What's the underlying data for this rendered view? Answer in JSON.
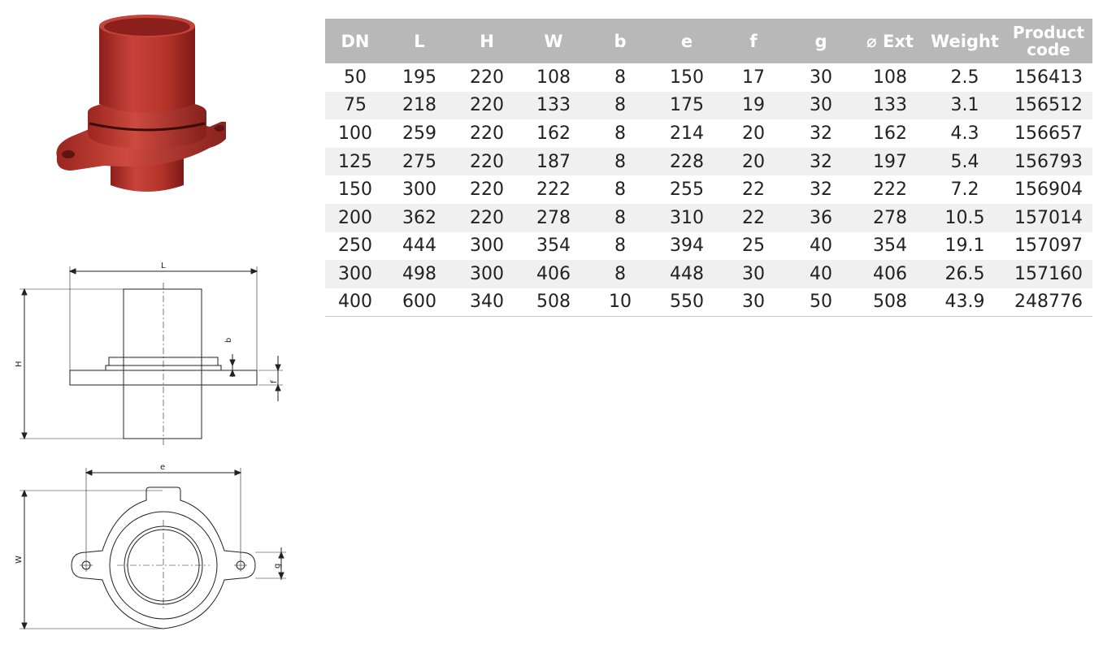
{
  "table": {
    "headers": [
      "DN",
      "L",
      "H",
      "W",
      "b",
      "e",
      "f",
      "g",
      "⌀ Ext",
      "Weight",
      "Product code"
    ],
    "rows": [
      [
        "50",
        "195",
        "220",
        "108",
        "8",
        "150",
        "17",
        "30",
        "108",
        "2.5",
        "156413"
      ],
      [
        "75",
        "218",
        "220",
        "133",
        "8",
        "175",
        "19",
        "30",
        "133",
        "3.1",
        "156512"
      ],
      [
        "100",
        "259",
        "220",
        "162",
        "8",
        "214",
        "20",
        "32",
        "162",
        "4.3",
        "156657"
      ],
      [
        "125",
        "275",
        "220",
        "187",
        "8",
        "228",
        "20",
        "32",
        "197",
        "5.4",
        "156793"
      ],
      [
        "150",
        "300",
        "220",
        "222",
        "8",
        "255",
        "22",
        "32",
        "222",
        "7.2",
        "156904"
      ],
      [
        "200",
        "362",
        "220",
        "278",
        "8",
        "310",
        "22",
        "36",
        "278",
        "10.5",
        "157014"
      ],
      [
        "250",
        "444",
        "300",
        "354",
        "8",
        "394",
        "25",
        "40",
        "354",
        "19.1",
        "157097"
      ],
      [
        "300",
        "498",
        "300",
        "406",
        "8",
        "448",
        "30",
        "40",
        "406",
        "26.5",
        "157160"
      ],
      [
        "400",
        "600",
        "340",
        "508",
        "10",
        "550",
        "30",
        "50",
        "508",
        "43.9",
        "248776"
      ]
    ]
  },
  "drawing_labels": {
    "L": "L",
    "H": "H",
    "b": "b",
    "f": "f",
    "e": "e",
    "W": "W",
    "g": "g"
  },
  "colors": {
    "header_bg": "#b8b8b8",
    "row_alt_bg": "#f0f0f0",
    "product_red": "#b8322c"
  },
  "icons": {
    "product_photo": "flanged-pipe-fitting-image",
    "diameter_symbol": "diameter-icon"
  }
}
